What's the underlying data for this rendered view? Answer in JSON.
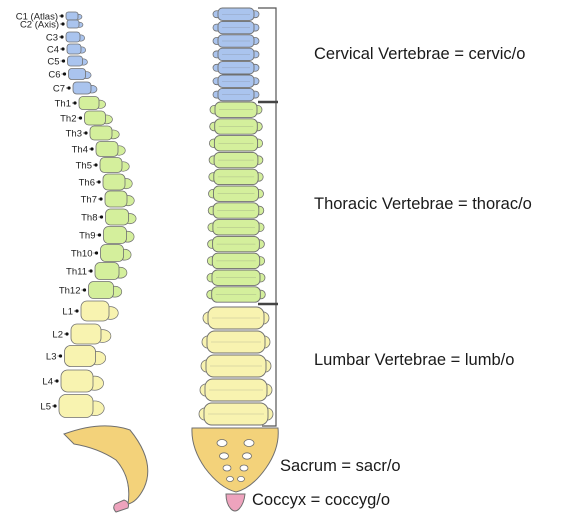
{
  "vertebra_labels": [
    "C1 (Atlas)",
    "C2 (Axis)",
    "C3",
    "C4",
    "C5",
    "C6",
    "C7",
    "Th1",
    "Th2",
    "Th3",
    "Th4",
    "Th5",
    "Th6",
    "Th7",
    "Th8",
    "Th9",
    "Th10",
    "Th11",
    "Th12",
    "L1",
    "L2",
    "L3",
    "L4",
    "L5"
  ],
  "regions": {
    "cervical": "Cervical Vertebrae = cervic/o",
    "thoracic": "Thoracic Vertebrae = thorac/o",
    "lumbar": "Lumbar Vertebrae = lumb/o"
  },
  "sacrum": "Sacrum = sacr/o",
  "coccyx": "Coccyx = coccyg/o",
  "colors": {
    "cervical": "#aac4ee",
    "thoracic": "#d4ef9c",
    "lumbar": "#f8f3b0",
    "sacrum": "#f3d27a",
    "coccyx": "#eea3bd",
    "outline": "#6f6f6f"
  }
}
